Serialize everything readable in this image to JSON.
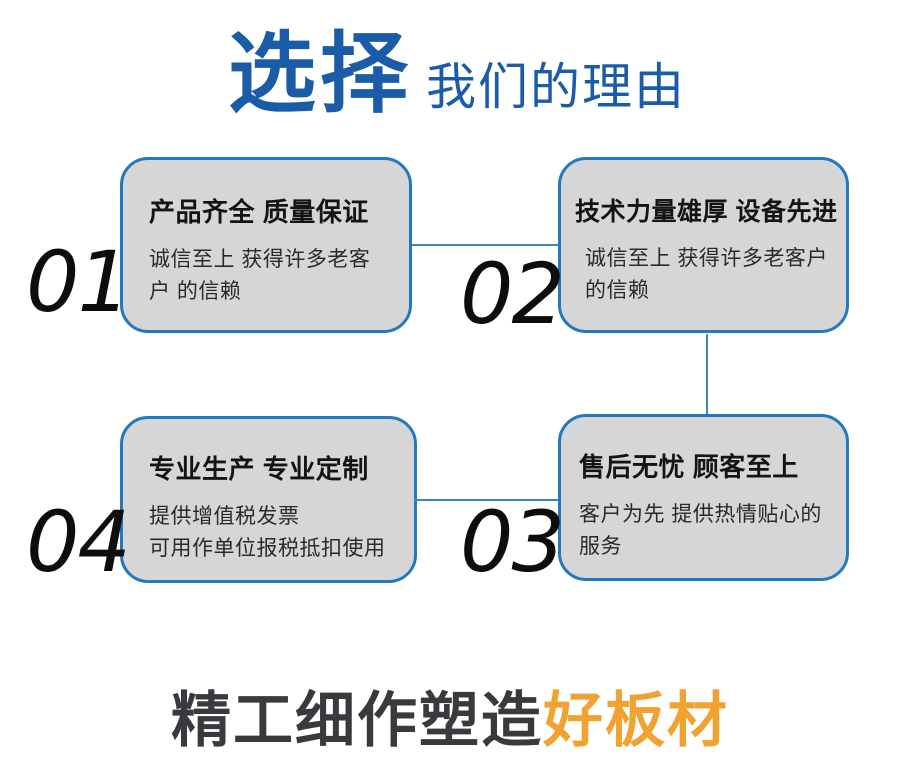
{
  "header": {
    "title_main": "选择",
    "title_sub": "我们的理由"
  },
  "reasons": [
    {
      "number": "01",
      "title": "产品齐全 质量保证",
      "desc": "诚信至上 获得许多老客户 的信赖"
    },
    {
      "number": "02",
      "title": "技术力量雄厚 设备先进",
      "desc": "诚信至上 获得许多老客户 的信赖"
    },
    {
      "number": "04",
      "title": "专业生产 专业定制",
      "desc": "提供增值税发票\n可用作单位报税抵扣使用"
    },
    {
      "number": "03",
      "title": "售后无忧 顾客至上",
      "desc": "客户为先 提供热情贴心的 服务"
    }
  ],
  "footer": {
    "prefix": "精工细作塑造",
    "highlight": "好板材"
  },
  "colors": {
    "brand_blue": "#1B5CA8",
    "box_border_blue": "#2478BC",
    "box_fill_gray": "#D6D6D6",
    "connector_blue": "#3D86C0",
    "footer_gray": "#3A3A3E",
    "footer_orange": "#F0A330",
    "number_black": "#0D0D0D"
  }
}
